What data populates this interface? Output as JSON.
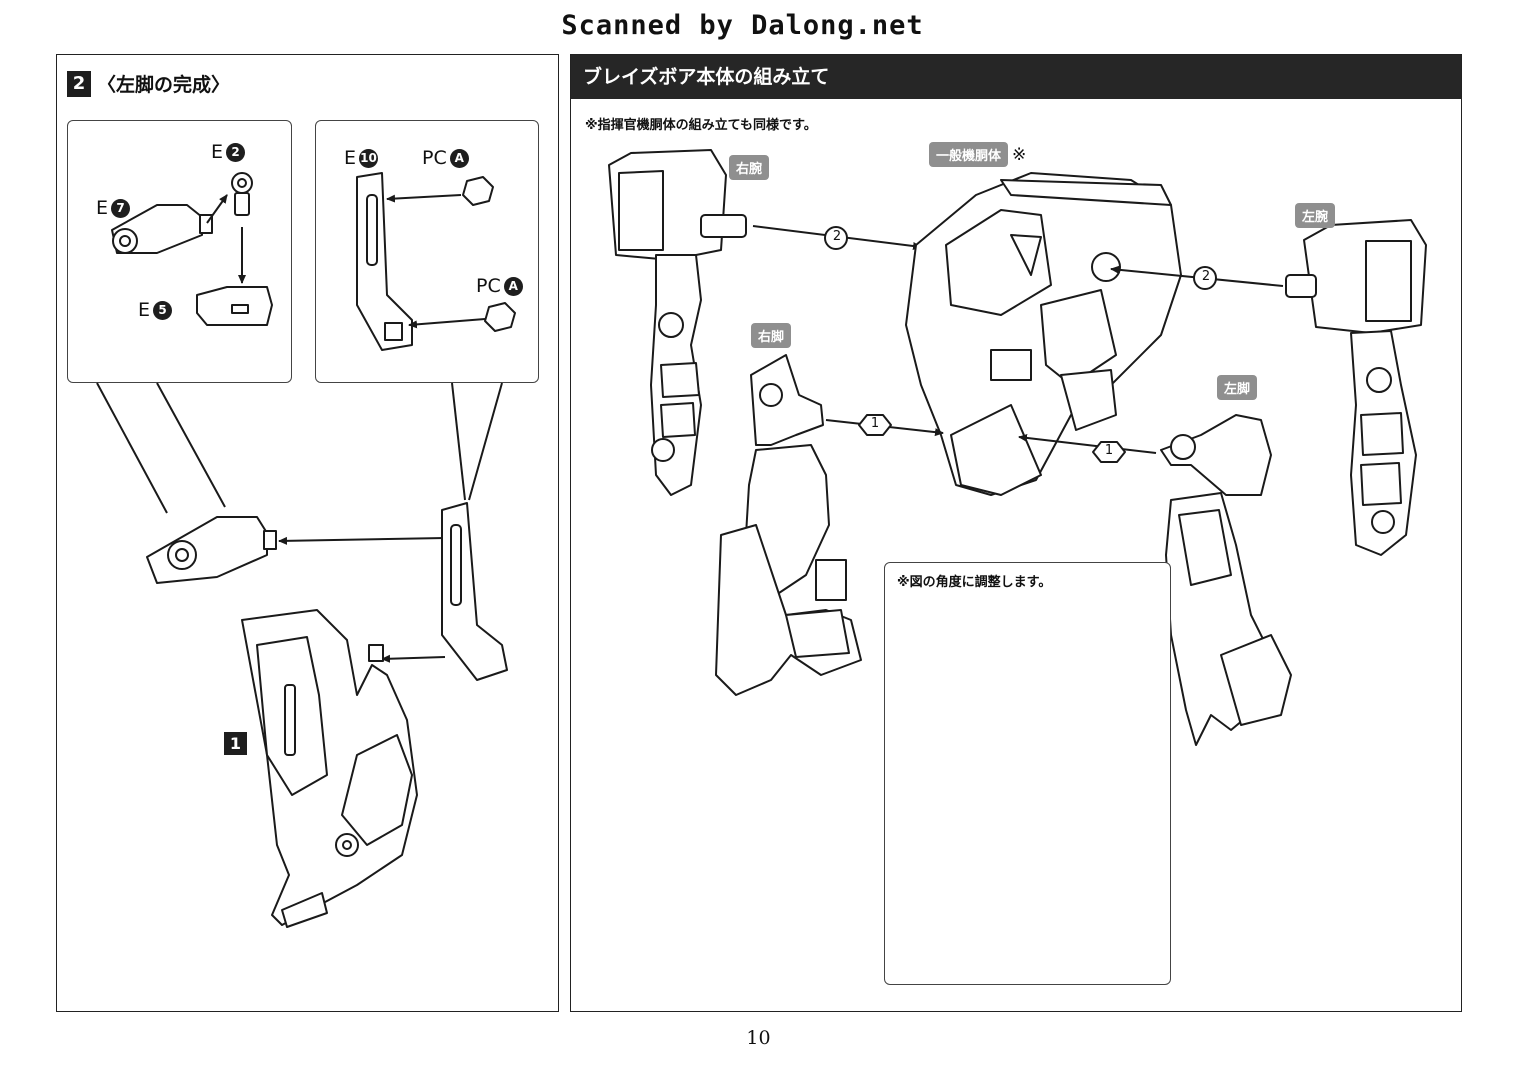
{
  "watermark": "Scanned by Dalong.net",
  "left": {
    "step_number": "2",
    "step_title": "〈左脚の完成〉",
    "parts": [
      {
        "letter": "E",
        "num": "2"
      },
      {
        "letter": "E",
        "num": "7"
      },
      {
        "letter": "E",
        "num": "5"
      },
      {
        "letter": "E",
        "num": "10"
      },
      {
        "letter": "PC",
        "num": "A"
      },
      {
        "letter": "PC",
        "num": "A"
      }
    ],
    "assembly_step": "1"
  },
  "right": {
    "section_title": "ブレイズボア本体の組み立て",
    "note": "※指揮官機胴体の組み立ても同様です。",
    "tags": {
      "right_arm": "右腕",
      "body": "一般機胴体",
      "body_mark": "※",
      "left_arm": "左腕",
      "right_leg": "右脚",
      "left_leg": "左脚"
    },
    "steps": [
      "2",
      "2",
      "1",
      "1"
    ],
    "inset_note": "※図の角度に調整します。"
  },
  "page_number": "10"
}
